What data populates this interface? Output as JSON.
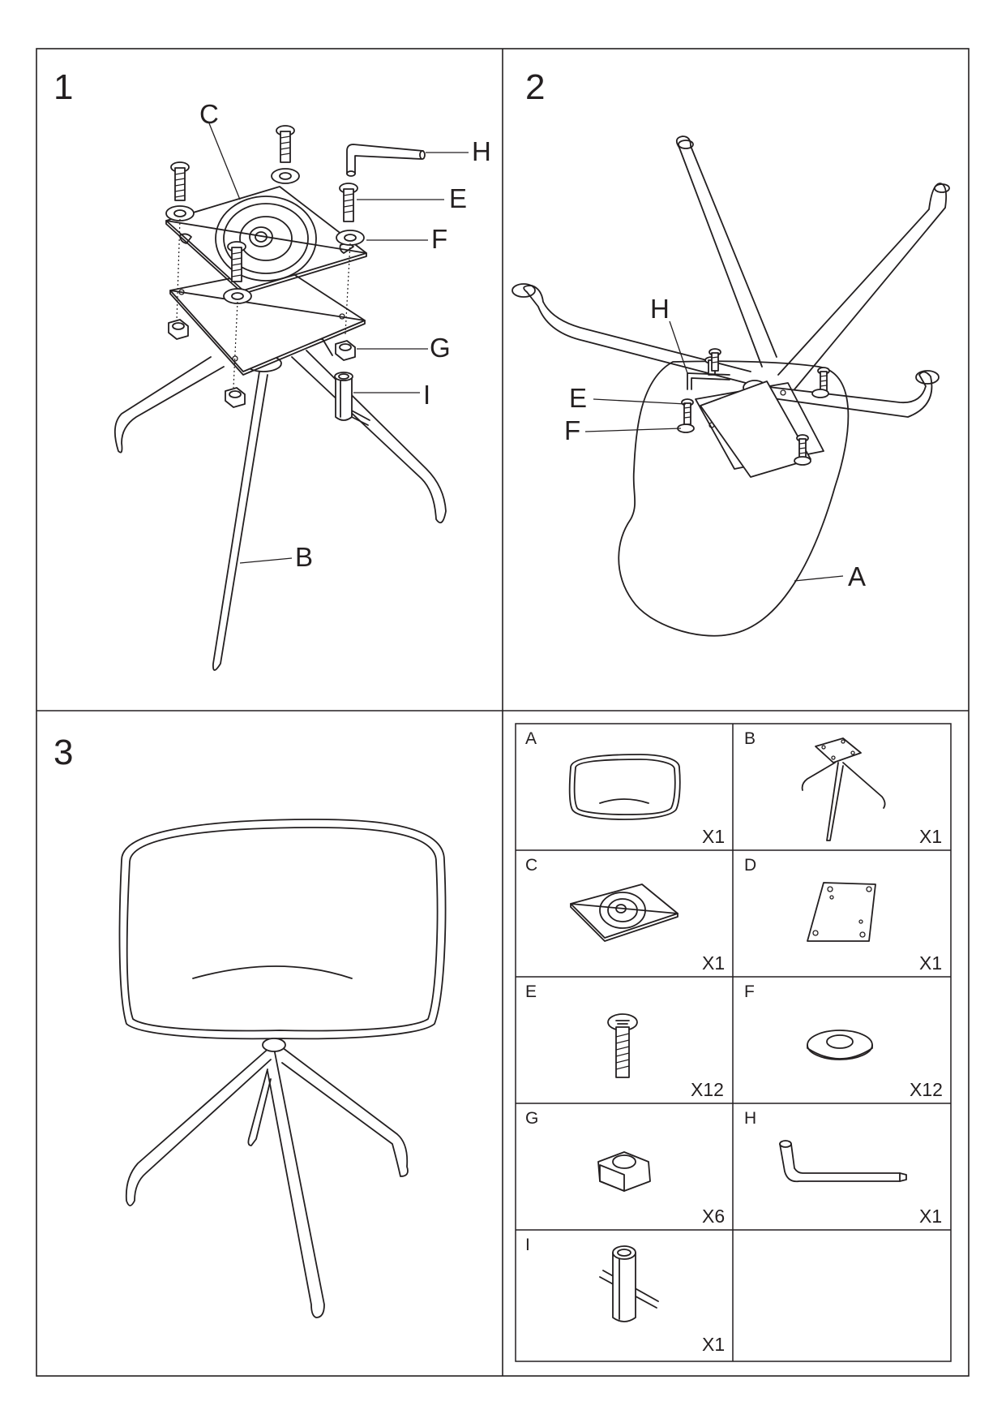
{
  "steps": {
    "step1": {
      "number": "1",
      "labels": {
        "C": "C",
        "H": "H",
        "E": "E",
        "F": "F",
        "G": "G",
        "I": "I",
        "B": "B"
      }
    },
    "step2": {
      "number": "2",
      "labels": {
        "H": "H",
        "E": "E",
        "F": "F",
        "A": "A"
      }
    },
    "step3": {
      "number": "3"
    }
  },
  "parts": [
    {
      "letter": "A",
      "qty": "X1"
    },
    {
      "letter": "B",
      "qty": "X1"
    },
    {
      "letter": "C",
      "qty": "X1"
    },
    {
      "letter": "D",
      "qty": "X1"
    },
    {
      "letter": "E",
      "qty": "X12"
    },
    {
      "letter": "F",
      "qty": "X12"
    },
    {
      "letter": "G",
      "qty": "X6"
    },
    {
      "letter": "H",
      "qty": "X1"
    },
    {
      "letter": "I",
      "qty": "X1"
    }
  ]
}
